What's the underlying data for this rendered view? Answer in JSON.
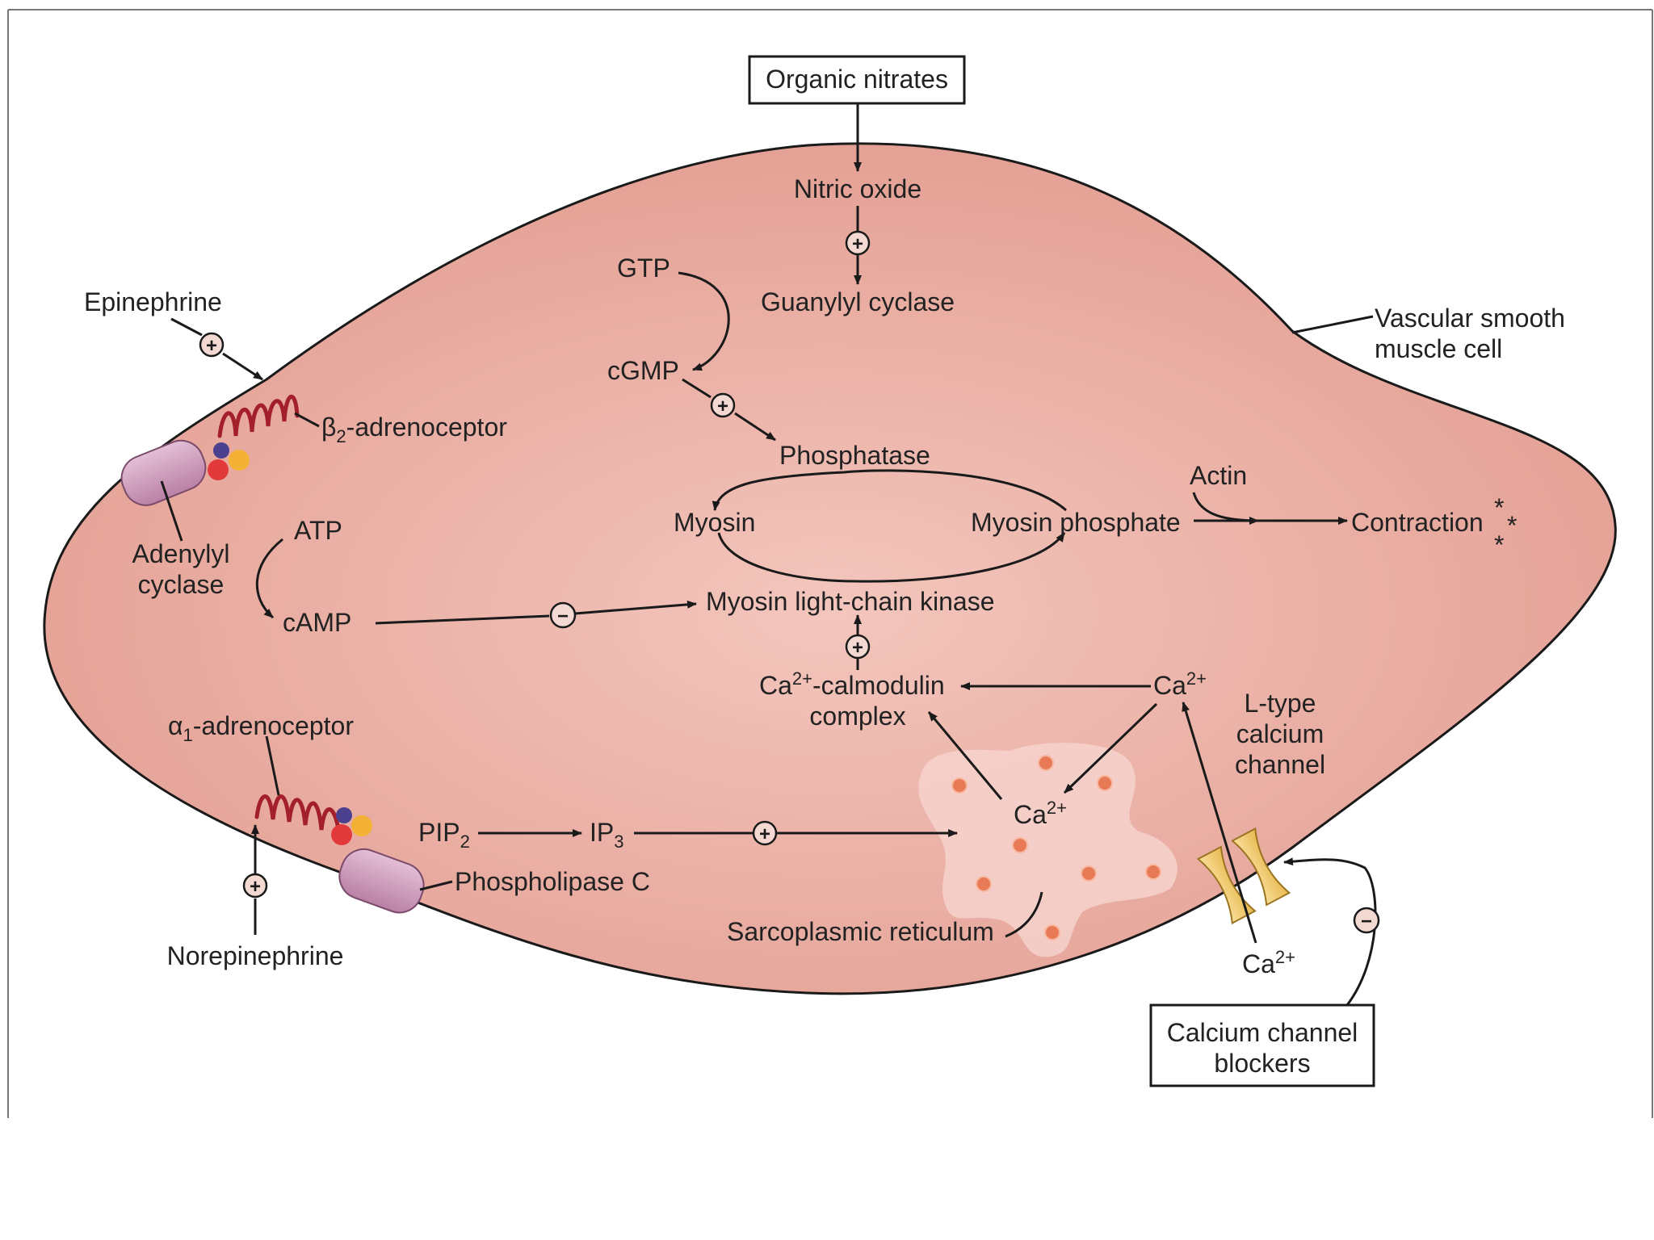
{
  "labels": {
    "organic_nitrates": "Organic nitrates",
    "nitric_oxide": "Nitric oxide",
    "guanylyl_cyclase": "Guanylyl cyclase",
    "gtp": "GTP",
    "cgmp": "cGMP",
    "phosphatase": "Phosphatase",
    "epinephrine": "Epinephrine",
    "beta2_prefix": "β",
    "beta2_sub": "2",
    "beta2_suffix": "-adrenoceptor",
    "adenylyl_1": "Adenylyl",
    "adenylyl_2": "cyclase",
    "vsm_1": "Vascular smooth",
    "vsm_2": "muscle cell",
    "actin": "Actin",
    "myosin": "Myosin",
    "myosin_phosphate": "Myosin phosphate",
    "contraction": "Contraction",
    "asterisks": "*",
    "atp": "ATP",
    "camp": "cAMP",
    "mlck": "Myosin light-chain kinase",
    "ca_calmod_prefix": "Ca",
    "ca_calmod_sup": "2+",
    "ca_calmod_suffix": "-calmodulin",
    "complex": "complex",
    "ca_base": "Ca",
    "ca_sup": "2+",
    "ltype_1": "L-type",
    "ltype_2": "calcium",
    "ltype_3": "channel",
    "alpha1_prefix": "α",
    "alpha1_sub": "1",
    "alpha1_suffix": "-adrenoceptor",
    "pip_base": "PIP",
    "pip_sub": "2",
    "ip_base": "IP",
    "ip_sub": "3",
    "phospholipase_c": "Phospholipase C",
    "sarcoplasmic": "Sarcoplasmic reticulum",
    "norepinephrine": "Norepinephrine",
    "ccb_1": "Calcium channel",
    "ccb_2": "blockers",
    "plus": "+",
    "minus": "−"
  },
  "colors": {
    "cell_fill": "#e7a79b",
    "sr_fill": "#f6d2cc",
    "ca_dot": "#e87a55",
    "receptor": "#a3202a",
    "enzyme": "#c994b5",
    "channel": "#f2c970"
  }
}
